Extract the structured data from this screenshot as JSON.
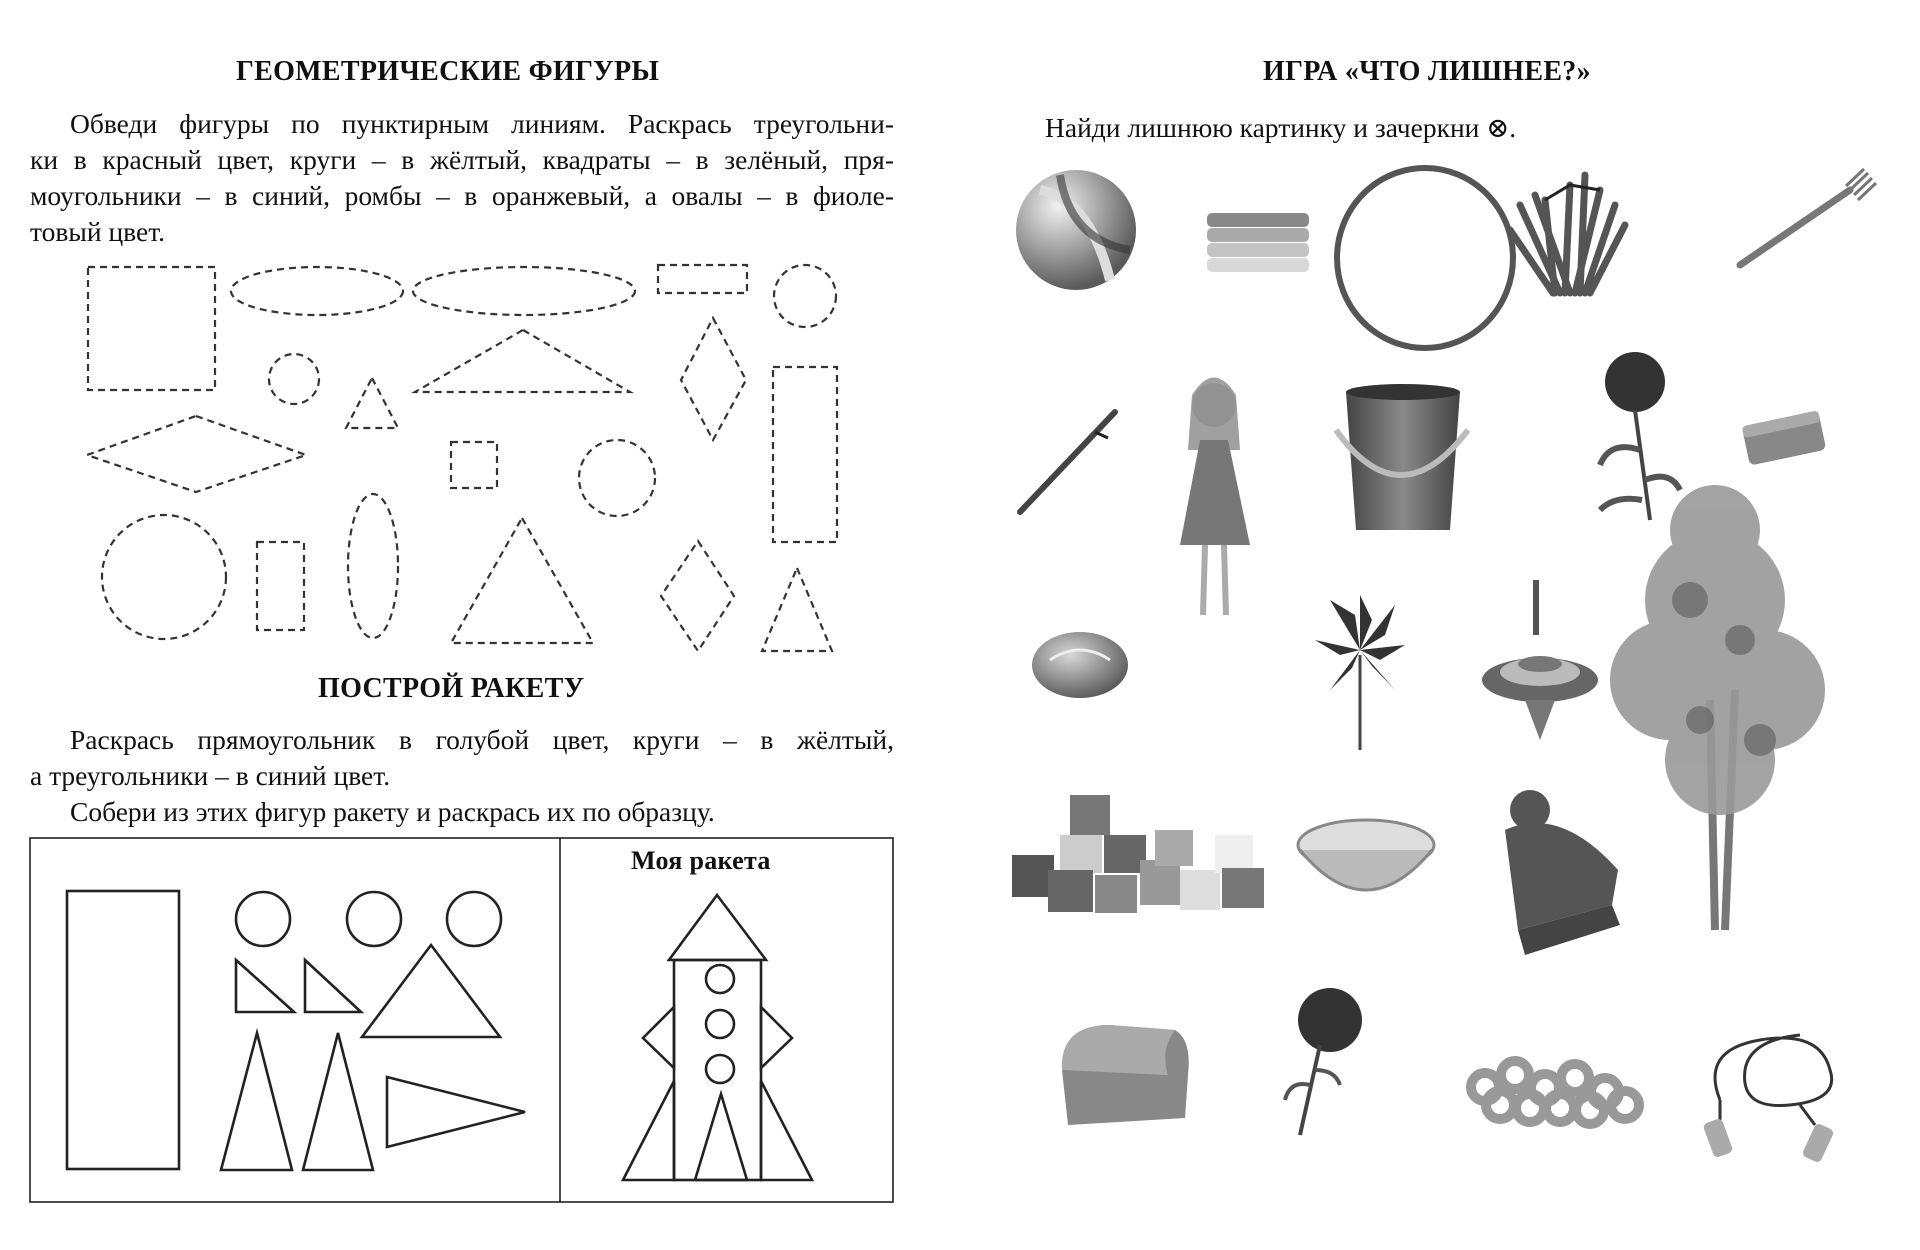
{
  "left": {
    "title1": "ГЕОМЕТРИЧЕСКИЕ ФИГУРЫ",
    "para1_lines": [
      "Обведи фигуры по пунктирным линиям. Раскрась треугольни-",
      "ки в красный цвет, круги – в жёлтый, квадраты – в зелёный, пря-",
      "моугольники – в синий, ромбы – в оранжевый, а овалы – в фиоле-",
      "товый цвет."
    ],
    "title2": "ПОСТРОЙ РАКЕТУ",
    "para2_lines": [
      "Раскрась прямоугольник в голубой цвет, круги – в жёлтый,",
      "а треугольники – в синий цвет."
    ],
    "para3": "Собери из этих фигур ракету и раскрась их по образцу.",
    "rocket_label": "Моя ракета"
  },
  "right": {
    "title": "ИГРА «ЧТО ЛИШНЕЕ?»",
    "instruction": "Найди лишнюю картинку и зачеркни ⊗."
  }
}
